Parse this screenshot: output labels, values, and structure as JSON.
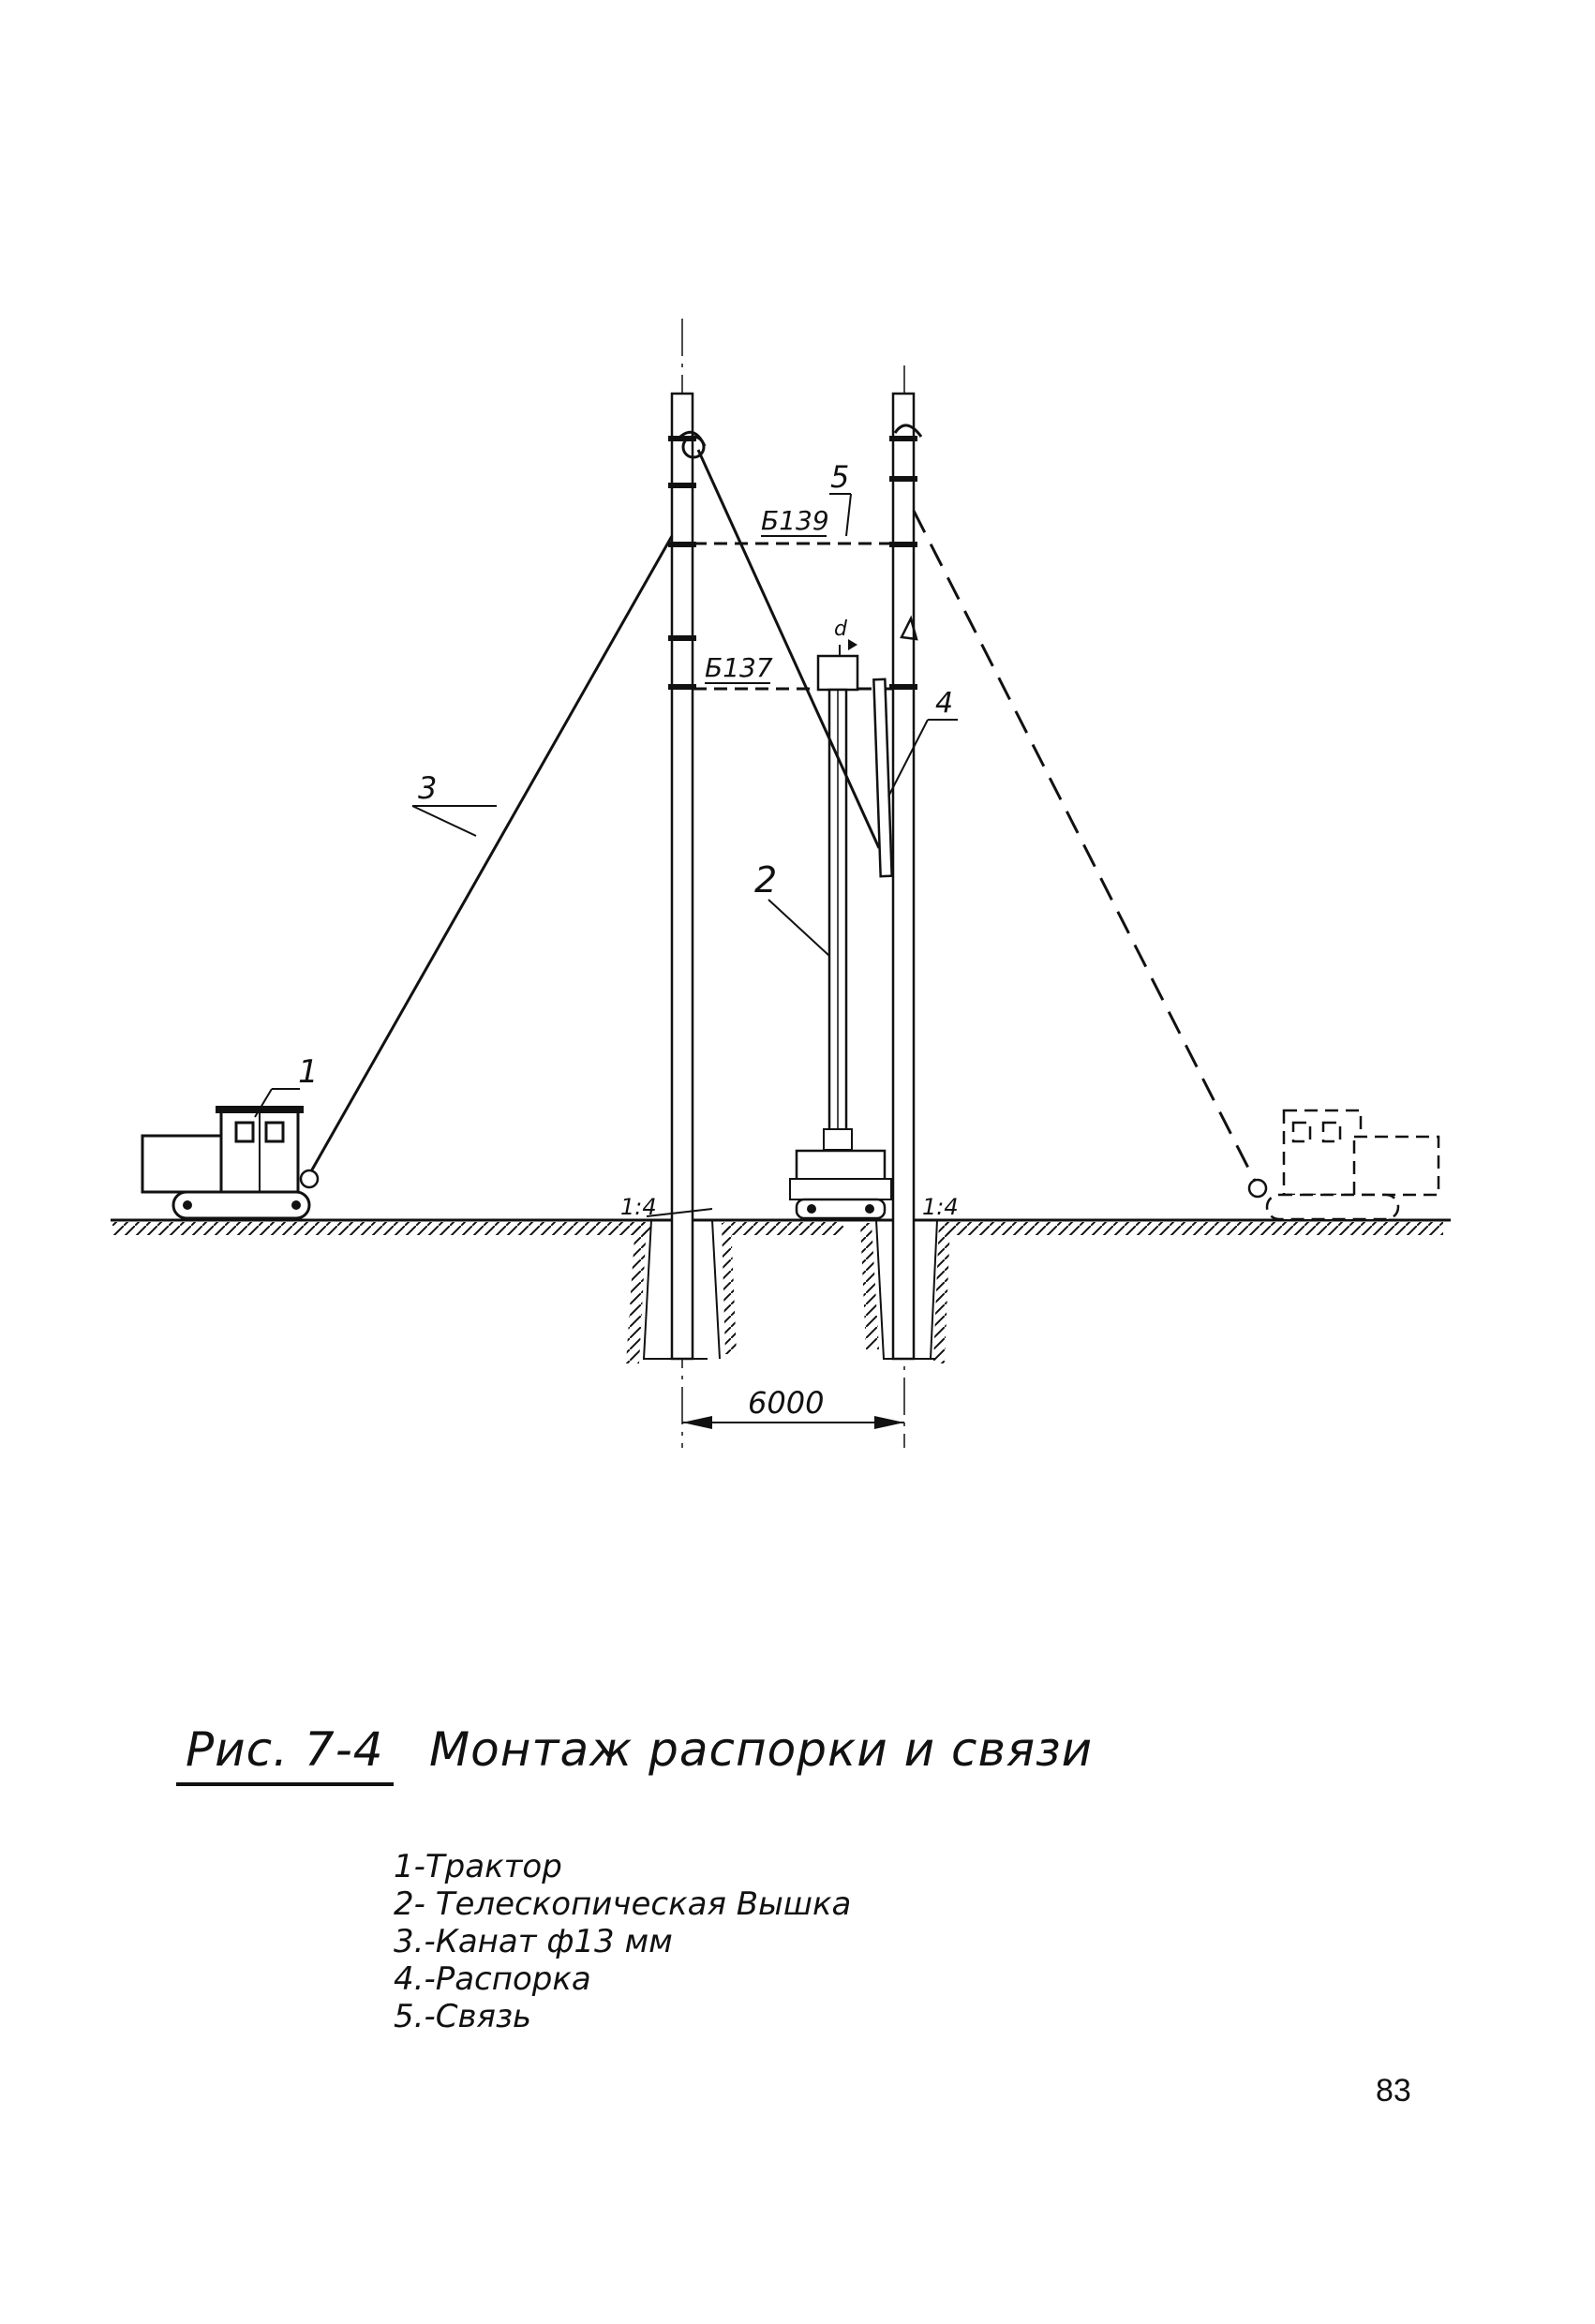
{
  "drawing": {
    "callouts": {
      "tractor": "1",
      "tower": "2",
      "rope": "3",
      "strut": "4",
      "tie": "5"
    },
    "element_marks": {
      "upper": "Б139",
      "lower": "Б137"
    },
    "slope_left": "1:4",
    "slope_right": "1:4",
    "dimension": "6000",
    "tower_top_mark": "d"
  },
  "caption": {
    "figure_number": "Рис. 7-4",
    "title": "Монтаж распорки и связи"
  },
  "legend": [
    "1-Трактор",
    "2- Телескопическая Вышка",
    "3.-Канат ф13 мм",
    "4.-Распорка",
    "5.-Связь"
  ],
  "page_number": "83"
}
